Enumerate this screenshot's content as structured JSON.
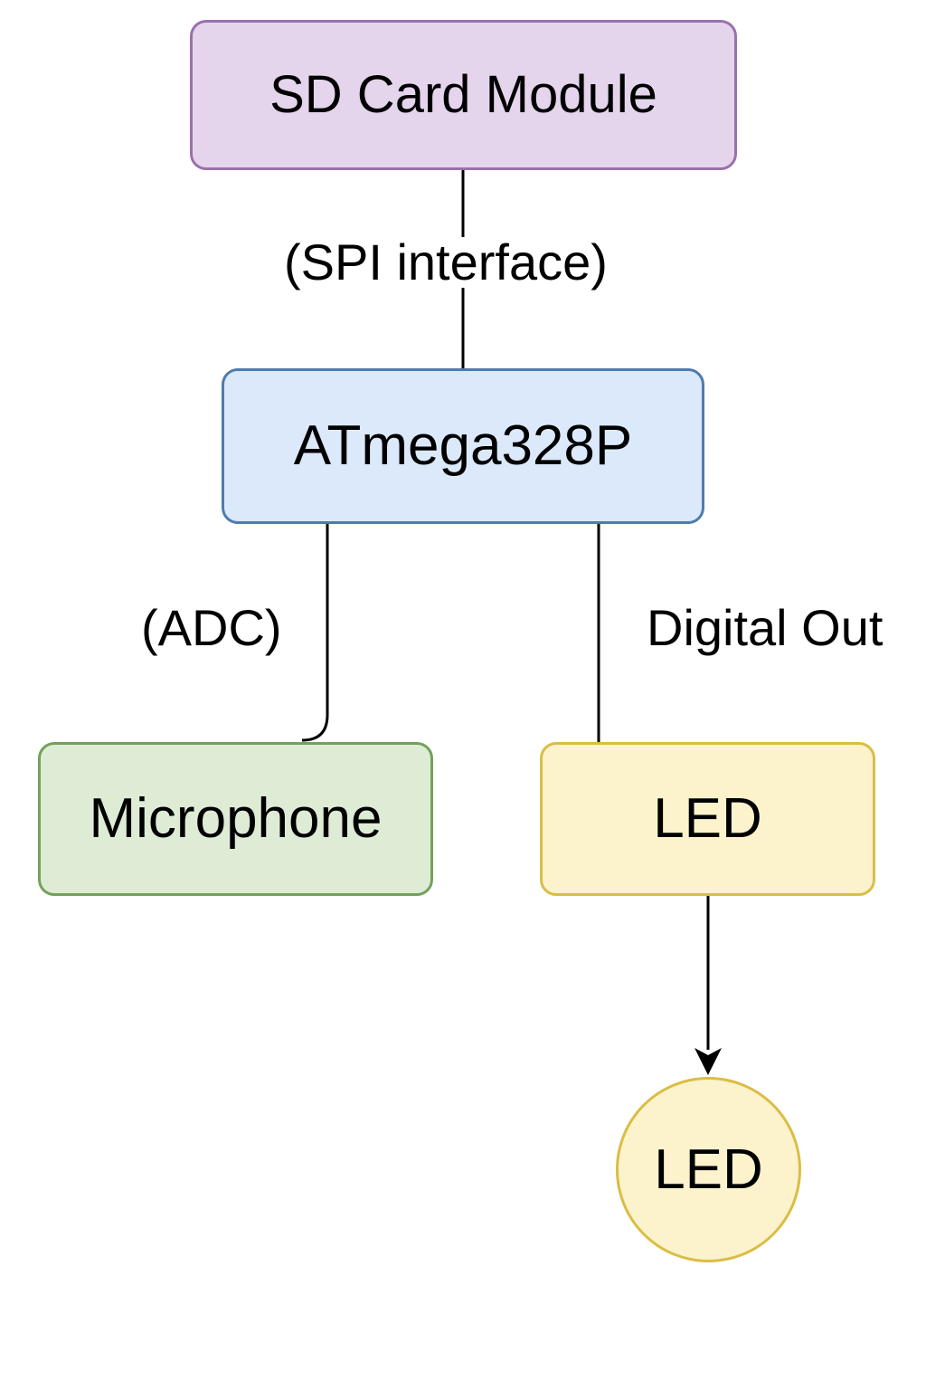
{
  "nodes": {
    "sd_card": {
      "label": "SD Card Module",
      "fill": "#e5d5ec",
      "stroke": "#9a71ab"
    },
    "mcu": {
      "label": "ATmega328P",
      "fill": "#dbe9fb",
      "stroke": "#4f7bb0"
    },
    "microphone": {
      "label": "Microphone",
      "fill": "#deecd6",
      "stroke": "#73a15a"
    },
    "led_box": {
      "label": "LED",
      "fill": "#fcf3cd",
      "stroke": "#dbbd45"
    },
    "led_circle": {
      "label": "LED",
      "fill": "#fcf3cd",
      "stroke": "#dbbd45"
    }
  },
  "edges": {
    "sd_mcu": {
      "label": "(SPI interface)"
    },
    "mcu_mic": {
      "label": "(ADC)"
    },
    "mcu_led": {
      "label": "Digital Out"
    },
    "led_led": {
      "label": ""
    }
  },
  "colors": {
    "line": "#000000",
    "background": "#ffffff"
  }
}
